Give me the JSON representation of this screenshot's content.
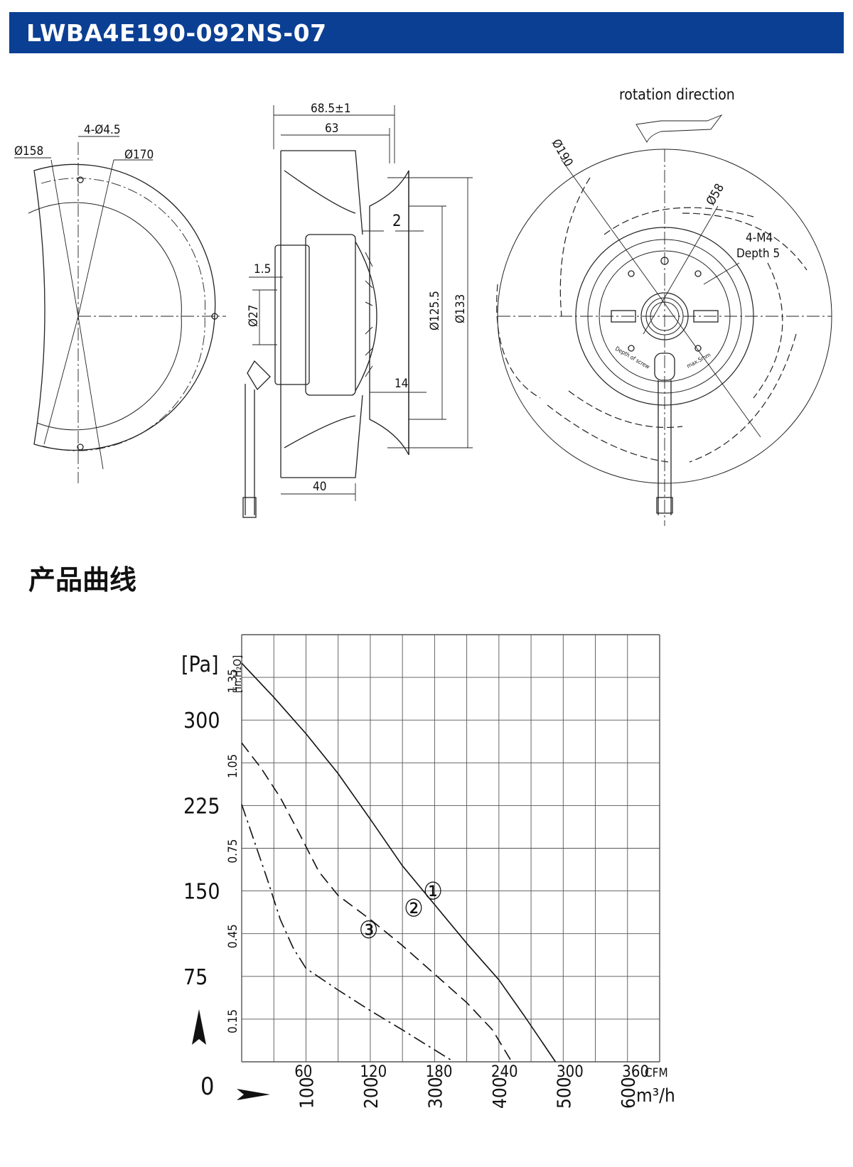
{
  "header": {
    "title": "LWBA4E190-092NS-07",
    "color": "#0b3f94"
  },
  "section": {
    "title": "产品曲线"
  },
  "drawing": {
    "front": {
      "d_outer": "Ø158",
      "d_inner": "Ø170",
      "holes": "4-Ø4.5"
    },
    "side": {
      "w_total": "68.5±1",
      "w_body": "63",
      "gap": "2",
      "step": "1.5",
      "shaft": "Ø27",
      "d_ring": "Ø125.5",
      "d_outer": "Ø133",
      "depth": "14",
      "width": "40"
    },
    "back": {
      "rotation": "rotation direction",
      "d_wheel": "Ø190",
      "d_hub": "Ø58",
      "screws": "4-M4",
      "depth": "Depth 5",
      "label_left": "Depth of screw",
      "label_right": "max.5mm"
    }
  },
  "chart_data": {
    "type": "line",
    "y_unit": "[Pa]",
    "y_unit_secondary": "[in.H₂O]",
    "y_ticks": [
      "0",
      "75",
      "150",
      "225",
      "300"
    ],
    "y_ticks_secondary": [
      "0.15",
      "0.45",
      "0.75",
      "1.05",
      "1.35"
    ],
    "x_unit_cfm": "CFM",
    "x_unit_m3h": "m³/h",
    "x_ticks_cfm": [
      "60",
      "120",
      "180",
      "240",
      "300",
      "360"
    ],
    "x_ticks_m3h": [
      "100",
      "200",
      "300",
      "400",
      "500",
      "600"
    ],
    "xlim_m3h": [
      0,
      650
    ],
    "ylim_pa": [
      0,
      375
    ],
    "series": [
      {
        "name": "①",
        "style": "solid",
        "x": [
          0,
          50,
          100,
          150,
          200,
          250,
          300,
          350,
          400,
          440,
          470,
          488
        ],
        "y": [
          350,
          320,
          288,
          253,
          213,
          172,
          138,
          104,
          72,
          40,
          15,
          0
        ]
      },
      {
        "name": "②",
        "style": "dashed",
        "x": [
          0,
          30,
          60,
          90,
          120,
          150,
          200,
          250,
          300,
          350,
          390,
          420
        ],
        "y": [
          280,
          258,
          232,
          200,
          167,
          146,
          125,
          102,
          77,
          52,
          28,
          0
        ]
      },
      {
        "name": "③",
        "style": "dashdot",
        "x": [
          0,
          20,
          40,
          60,
          80,
          100,
          150,
          200,
          250,
          290,
          330
        ],
        "y": [
          226,
          193,
          160,
          125,
          100,
          82,
          63,
          45,
          28,
          14,
          0
        ]
      }
    ]
  }
}
